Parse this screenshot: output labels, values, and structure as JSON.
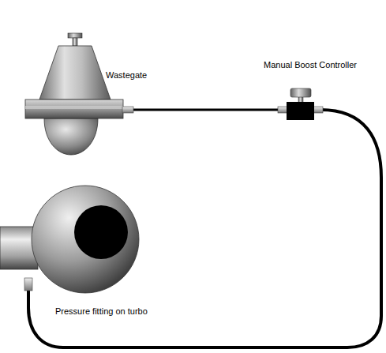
{
  "diagram": {
    "labels": [
      "Wastegate",
      "Manual Boost Controller",
      "Pressure fitting on turbo"
    ]
  }
}
